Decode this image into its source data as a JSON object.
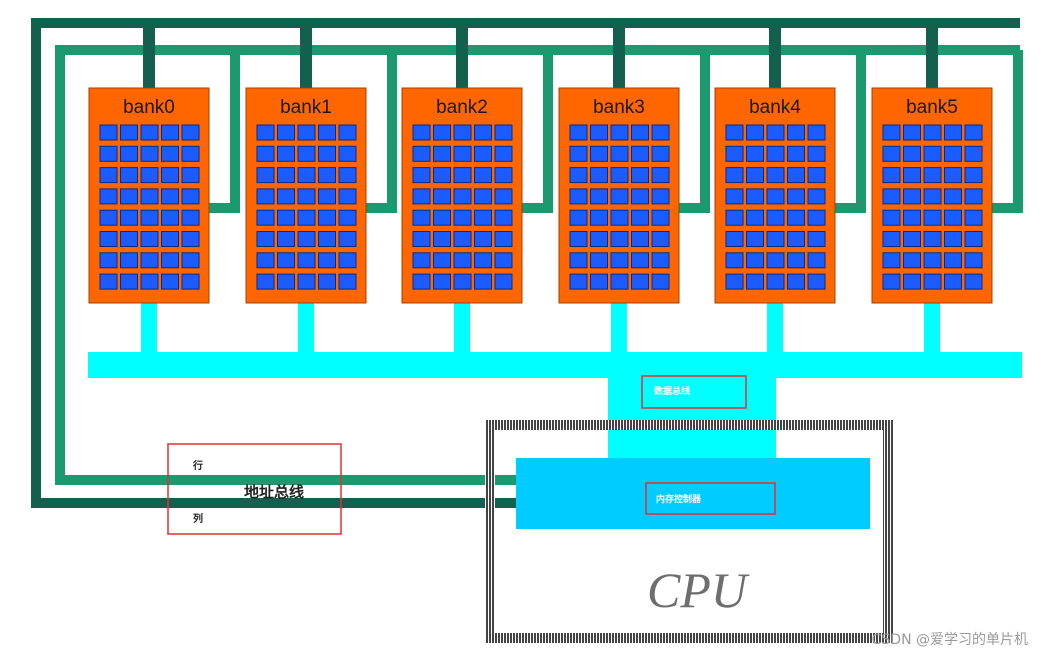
{
  "colors": {
    "bus_dark": "#14604f",
    "bus_mid": "#1a9a6e",
    "bank_fill": "#ff6600",
    "cell_fill": "#1a5cff",
    "data_bus": "#00ffff",
    "mem_ctrl": "#00ccff",
    "annotation_box": "#e03030"
  },
  "banks": [
    {
      "label": "bank0"
    },
    {
      "label": "bank1"
    },
    {
      "label": "bank2"
    },
    {
      "label": "bank3"
    },
    {
      "label": "bank4"
    },
    {
      "label": "bank5"
    }
  ],
  "bank_grid": {
    "rows": 8,
    "cols": 5
  },
  "labels": {
    "data_bus": "数据总线",
    "memory_controller": "内存控制器",
    "cpu": "CPU",
    "address_bus": "地址总线",
    "row": "行",
    "column": "列"
  },
  "watermark": "CSDN @爱学习的单片机"
}
